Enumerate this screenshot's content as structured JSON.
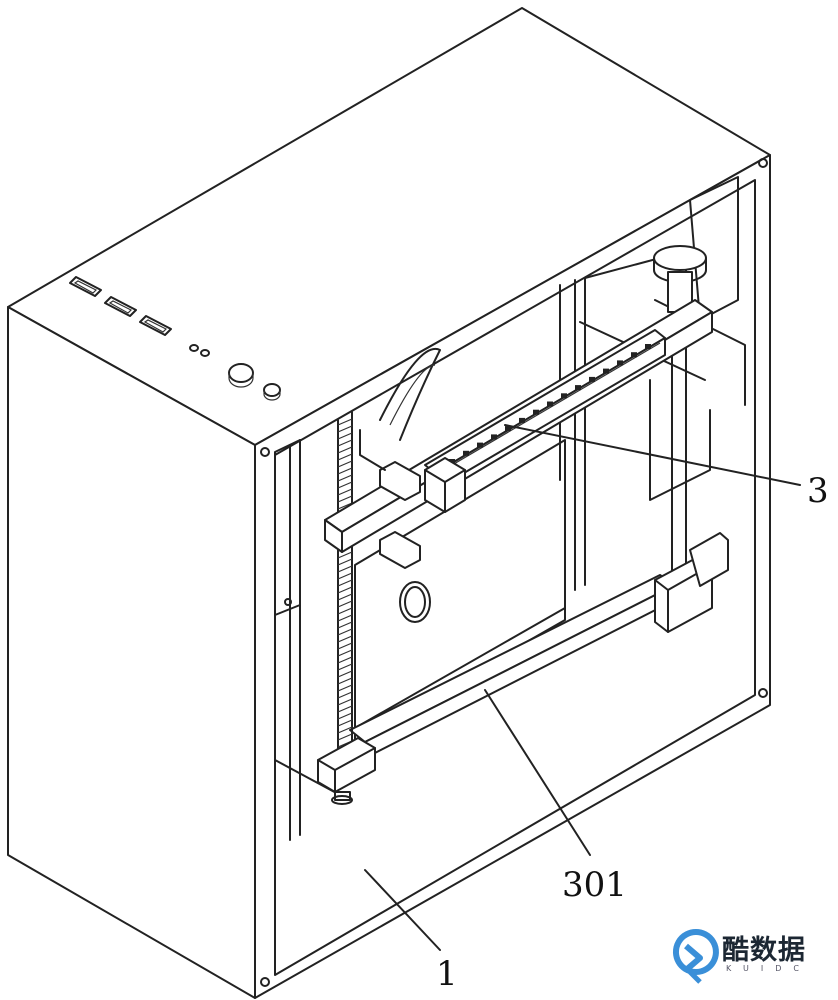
{
  "labels": {
    "part_3": "3",
    "part_301": "301",
    "part_1": "1"
  },
  "watermark": {
    "text": "酷数据",
    "sub": "KUIDC"
  },
  "colors": {
    "line": "#222222",
    "background": "#ffffff",
    "watermark_accent": "#3a8fd8"
  }
}
